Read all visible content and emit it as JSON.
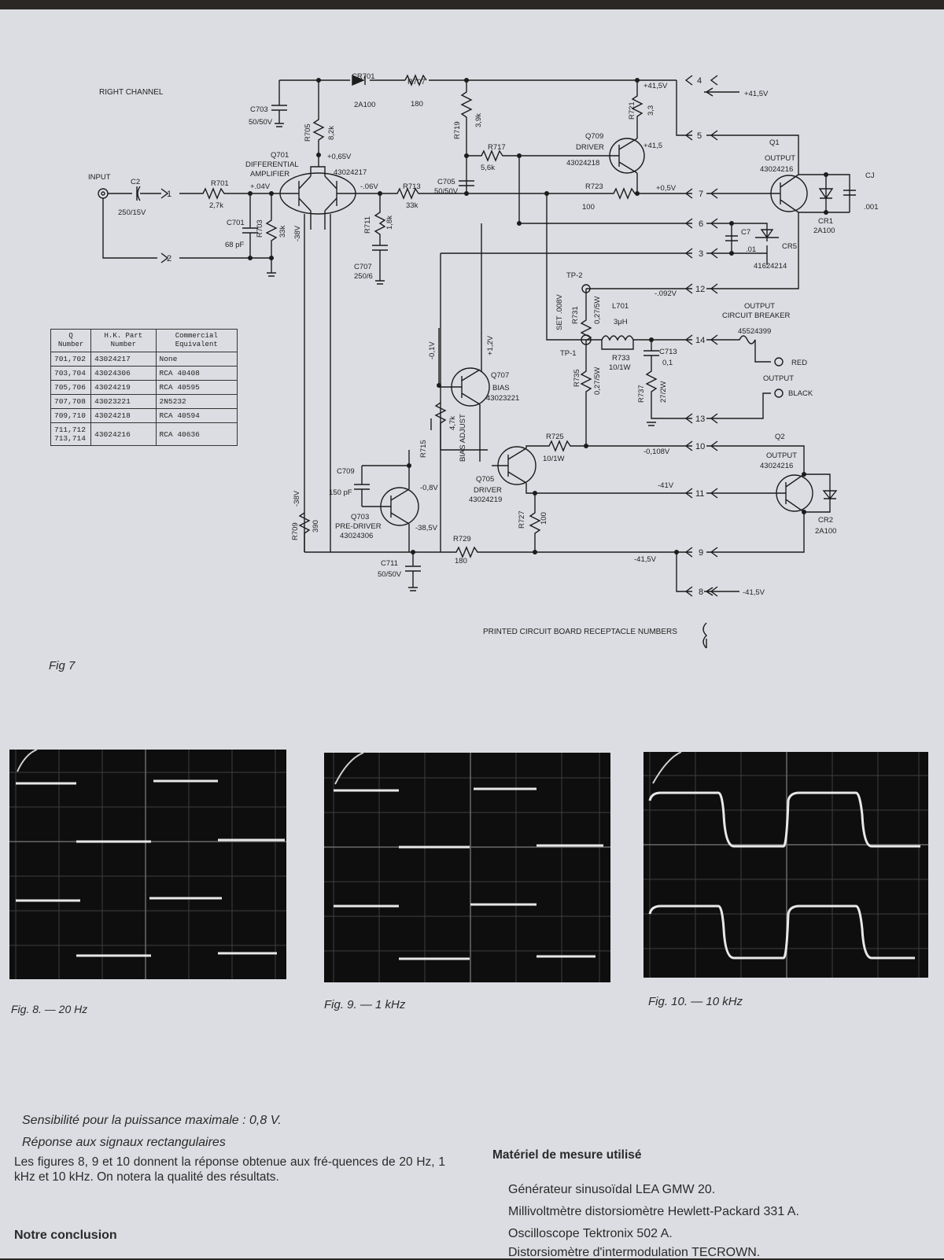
{
  "schematic": {
    "title": "RIGHT CHANNEL",
    "figure_caption": "Fig 7",
    "receptacle_note": "PRINTED CIRCUIT BOARD RECEPTACLE NUMBERS",
    "labels": [
      {
        "id": "input",
        "text": "INPUT"
      },
      {
        "id": "c2",
        "text": "C2"
      },
      {
        "id": "c2v",
        "text": "250/15V"
      },
      {
        "id": "r701",
        "text": "R701"
      },
      {
        "id": "r701v",
        "text": "2,7k"
      },
      {
        "id": "c701",
        "text": "C701"
      },
      {
        "id": "c701v",
        "text": "68 pF"
      },
      {
        "id": "r703",
        "text": "R703"
      },
      {
        "id": "r703v",
        "text": "33k"
      },
      {
        "id": "c703",
        "text": "C703"
      },
      {
        "id": "c703v",
        "text": "50/50V"
      },
      {
        "id": "r705",
        "text": "R705"
      },
      {
        "id": "r705v",
        "text": "8,2k"
      },
      {
        "id": "cr701",
        "text": "CR701"
      },
      {
        "id": "cr701v",
        "text": "2A100"
      },
      {
        "id": "r707",
        "text": "R707"
      },
      {
        "id": "r707v",
        "text": "180"
      },
      {
        "id": "v065",
        "text": "+0,65V"
      },
      {
        "id": "q701",
        "text": "Q701"
      },
      {
        "id": "q701a",
        "text": "DIFFERENTIAL"
      },
      {
        "id": "q701b",
        "text": "AMPLIFIER"
      },
      {
        "id": "q701p",
        "text": "43024217"
      },
      {
        "id": "v004",
        "text": "+.04V"
      },
      {
        "id": "vm006",
        "text": "-.06V"
      },
      {
        "id": "vm38",
        "text": "-38V"
      },
      {
        "id": "r711",
        "text": "R711"
      },
      {
        "id": "r711v",
        "text": "1,8k"
      },
      {
        "id": "c707",
        "text": "C707"
      },
      {
        "id": "c707v",
        "text": "250/6"
      },
      {
        "id": "r713",
        "text": "R713"
      },
      {
        "id": "r713v",
        "text": "33k"
      },
      {
        "id": "r719",
        "text": "R719"
      },
      {
        "id": "r719v",
        "text": "3,9k"
      },
      {
        "id": "r717",
        "text": "R717"
      },
      {
        "id": "r717v",
        "text": "5,6k"
      },
      {
        "id": "c705",
        "text": "C705"
      },
      {
        "id": "c705v",
        "text": "50/50V"
      },
      {
        "id": "r721",
        "text": "R721"
      },
      {
        "id": "r721v",
        "text": "3,3"
      },
      {
        "id": "q709",
        "text": "Q709"
      },
      {
        "id": "q709a",
        "text": "DRIVER"
      },
      {
        "id": "q709p",
        "text": "43024218"
      },
      {
        "id": "v415a",
        "text": "+41,5V"
      },
      {
        "id": "v415b",
        "text": "+41,5"
      },
      {
        "id": "v05",
        "text": "+0,5V"
      },
      {
        "id": "r723",
        "text": "R723"
      },
      {
        "id": "r723v",
        "text": "100"
      },
      {
        "id": "in415",
        "text": "+41,5V"
      },
      {
        "id": "q1",
        "text": "Q1"
      },
      {
        "id": "q1a",
        "text": "OUTPUT"
      },
      {
        "id": "q1p",
        "text": "43024216"
      },
      {
        "id": "cj",
        "text": "CJ"
      },
      {
        "id": "cjv",
        "text": ".001"
      },
      {
        "id": "cr1",
        "text": "CR1"
      },
      {
        "id": "cr1v",
        "text": "2A100"
      },
      {
        "id": "c7",
        "text": "C7"
      },
      {
        "id": "c7v",
        "text": ".01"
      },
      {
        "id": "cr5",
        "text": "CR5"
      },
      {
        "id": "cr5p",
        "text": "41624214"
      },
      {
        "id": "tp2",
        "text": "TP-2"
      },
      {
        "id": "set",
        "text": "SET .008V"
      },
      {
        "id": "tp1",
        "text": "TP-1"
      },
      {
        "id": "r731",
        "text": "R731"
      },
      {
        "id": "r731v",
        "text": "0,27/5W"
      },
      {
        "id": "vm092",
        "text": "-.092V"
      },
      {
        "id": "l701",
        "text": "L701"
      },
      {
        "id": "l701v",
        "text": "3μH"
      },
      {
        "id": "r733",
        "text": "R733"
      },
      {
        "id": "r733v",
        "text": "10/1W"
      },
      {
        "id": "c713",
        "text": "C713"
      },
      {
        "id": "c713v",
        "text": "0,1"
      },
      {
        "id": "r737",
        "text": "R737"
      },
      {
        "id": "r737v",
        "text": "27/2W"
      },
      {
        "id": "ocb1",
        "text": "OUTPUT"
      },
      {
        "id": "ocb2",
        "text": "CIRCUIT BREAKER"
      },
      {
        "id": "ocbp",
        "text": "45524399"
      },
      {
        "id": "red",
        "text": "RED"
      },
      {
        "id": "out",
        "text": "OUTPUT"
      },
      {
        "id": "black",
        "text": "BLACK"
      },
      {
        "id": "r735",
        "text": "R735"
      },
      {
        "id": "r735v",
        "text": "0,27/5W"
      },
      {
        "id": "vm01",
        "text": "-0,1V"
      },
      {
        "id": "v12",
        "text": "+1,2V"
      },
      {
        "id": "q707",
        "text": "Q707"
      },
      {
        "id": "q707a",
        "text": "BIAS"
      },
      {
        "id": "q707p",
        "text": "43023221"
      },
      {
        "id": "biasadj",
        "text": "BIAS ADJUST"
      },
      {
        "id": "r47",
        "text": "4,7k"
      },
      {
        "id": "r715",
        "text": "R715"
      },
      {
        "id": "r725",
        "text": "R725"
      },
      {
        "id": "r725v",
        "text": "10/1W"
      },
      {
        "id": "vm0108",
        "text": "-0,108V"
      },
      {
        "id": "q2",
        "text": "Q2"
      },
      {
        "id": "q2a",
        "text": "OUTPUT"
      },
      {
        "id": "q2p",
        "text": "43024216"
      },
      {
        "id": "q705",
        "text": "Q705"
      },
      {
        "id": "q705a",
        "text": "DRIVER"
      },
      {
        "id": "q705p",
        "text": "43024219"
      },
      {
        "id": "vm41",
        "text": "-41V"
      },
      {
        "id": "r727",
        "text": "R727"
      },
      {
        "id": "r727v",
        "text": "100"
      },
      {
        "id": "cr2",
        "text": "CR2"
      },
      {
        "id": "cr2v",
        "text": "2A100"
      },
      {
        "id": "c709",
        "text": "C709"
      },
      {
        "id": "c709v",
        "text": "150 pF"
      },
      {
        "id": "vm08",
        "text": "-0,8V"
      },
      {
        "id": "q703",
        "text": "Q703"
      },
      {
        "id": "q703a",
        "text": "PRE-DRIVER"
      },
      {
        "id": "q703p",
        "text": "43024306"
      },
      {
        "id": "vm385",
        "text": "-38,5V"
      },
      {
        "id": "vm38b",
        "text": "-38V"
      },
      {
        "id": "r709",
        "text": "R709"
      },
      {
        "id": "r709v",
        "text": "390"
      },
      {
        "id": "r729",
        "text": "R729"
      },
      {
        "id": "r729v",
        "text": "180"
      },
      {
        "id": "c711",
        "text": "C711"
      },
      {
        "id": "c711v",
        "text": "50/50V"
      },
      {
        "id": "vm415",
        "text": "-41,5V"
      },
      {
        "id": "in8",
        "text": "-41,5V"
      }
    ],
    "pins": [
      "1",
      "2",
      "4",
      "5",
      "7",
      "6",
      "3",
      "12",
      "14",
      "13",
      "10",
      "11",
      "9",
      "8"
    ]
  },
  "parts_table": {
    "headers": [
      "Q Number",
      "H.K. Part Number",
      "Commercial Equivalent"
    ],
    "rows": [
      [
        "701,702",
        "43024217",
        "None"
      ],
      [
        "703,704",
        "43024306",
        "RCA 40408"
      ],
      [
        "705,706",
        "43024219",
        "RCA 40595"
      ],
      [
        "707,708",
        "43023221",
        "2N5232"
      ],
      [
        "709,710",
        "43024218",
        "RCA 40594"
      ],
      [
        "711,712\n713,714",
        "43024216",
        "RCA 40636"
      ]
    ]
  },
  "figures": [
    {
      "caption": "Fig. 8. — 20 Hz"
    },
    {
      "caption": "Fig. 9. — 1 kHz"
    },
    {
      "caption": "Fig. 10. — 10 kHz"
    }
  ],
  "text": {
    "sensitivity": "Sensibilité pour la puissance maximale : 0,8 V.",
    "square_heading": "Réponse aux signaux rectangulaires",
    "square_body": "Les figures 8, 9 et 10 donnent la réponse obtenue aux fré-quences de 20 Hz, 1 kHz et 10 kHz. On notera la qualité des résultats.",
    "conclusion_heading": "Notre conclusion",
    "equipment_heading": "Matériel de mesure utilisé",
    "equipment": [
      "Générateur sinusoïdal LEA GMW 20.",
      "Millivoltmètre distorsiomètre Hewlett-Packard 331 A.",
      "Oscilloscope Tektronix 502 A.",
      "Distorsiomètre d'intermodulation TECROWN."
    ]
  }
}
